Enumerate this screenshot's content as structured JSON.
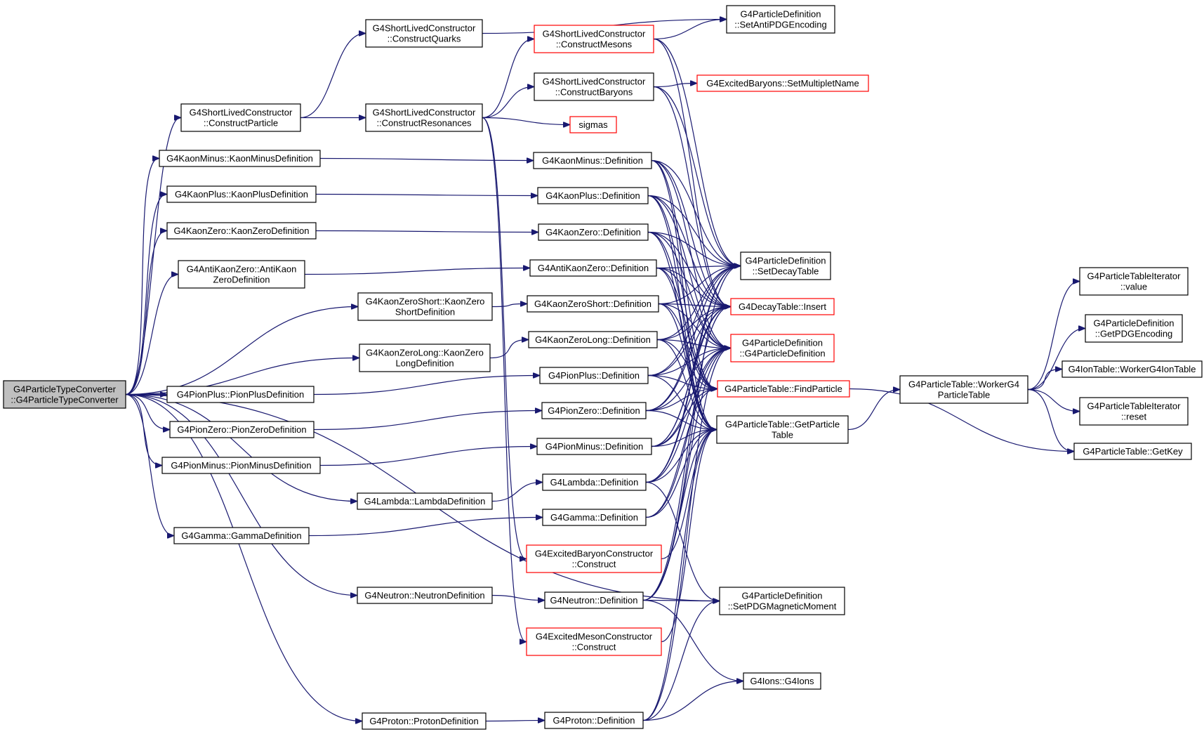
{
  "graph": {
    "nodes": [
      {
        "id": "root",
        "lines": [
          "G4ParticleTypeConverter",
          "::G4ParticleTypeConverter"
        ],
        "border": "black",
        "root": true
      },
      {
        "id": "slc_cp",
        "lines": [
          "G4ShortLivedConstructor",
          "::ConstructParticle"
        ],
        "border": "black"
      },
      {
        "id": "km_def",
        "lines": [
          "G4KaonMinus::KaonMinusDefinition"
        ],
        "border": "black"
      },
      {
        "id": "kp_def",
        "lines": [
          "G4KaonPlus::KaonPlusDefinition"
        ],
        "border": "black"
      },
      {
        "id": "k0_def",
        "lines": [
          "G4KaonZero::KaonZeroDefinition"
        ],
        "border": "black"
      },
      {
        "id": "ak0_def",
        "lines": [
          "G4AntiKaonZero::AntiKaon",
          "ZeroDefinition"
        ],
        "border": "black"
      },
      {
        "id": "pip_def",
        "lines": [
          "G4PionPlus::PionPlusDefinition"
        ],
        "border": "black"
      },
      {
        "id": "pi0_def",
        "lines": [
          "G4PionZero::PionZeroDefinition"
        ],
        "border": "black"
      },
      {
        "id": "pim_def",
        "lines": [
          "G4PionMinus::PionMinusDefinition"
        ],
        "border": "black"
      },
      {
        "id": "gam_def",
        "lines": [
          "G4Gamma::GammaDefinition"
        ],
        "border": "black"
      },
      {
        "id": "slc_cq",
        "lines": [
          "G4ShortLivedConstructor",
          "::ConstructQuarks"
        ],
        "border": "black"
      },
      {
        "id": "slc_cr",
        "lines": [
          "G4ShortLivedConstructor",
          "::ConstructResonances"
        ],
        "border": "black"
      },
      {
        "id": "ks_def",
        "lines": [
          "G4KaonZeroShort::KaonZero",
          "ShortDefinition"
        ],
        "border": "black"
      },
      {
        "id": "kl_def",
        "lines": [
          "G4KaonZeroLong::KaonZero",
          "LongDefinition"
        ],
        "border": "black"
      },
      {
        "id": "lam_def",
        "lines": [
          "G4Lambda::LambdaDefinition"
        ],
        "border": "black"
      },
      {
        "id": "neu_def",
        "lines": [
          "G4Neutron::NeutronDefinition"
        ],
        "border": "black"
      },
      {
        "id": "pro_def",
        "lines": [
          "G4Proton::ProtonDefinition"
        ],
        "border": "black"
      },
      {
        "id": "slc_cm",
        "lines": [
          "G4ShortLivedConstructor",
          "::ConstructMesons"
        ],
        "border": "red"
      },
      {
        "id": "slc_cb",
        "lines": [
          "G4ShortLivedConstructor",
          "::ConstructBaryons"
        ],
        "border": "black"
      },
      {
        "id": "sigmas",
        "lines": [
          "sigmas"
        ],
        "border": "red"
      },
      {
        "id": "km",
        "lines": [
          "G4KaonMinus::Definition"
        ],
        "border": "black"
      },
      {
        "id": "kp",
        "lines": [
          "G4KaonPlus::Definition"
        ],
        "border": "black"
      },
      {
        "id": "k0",
        "lines": [
          "G4KaonZero::Definition"
        ],
        "border": "black"
      },
      {
        "id": "ak0",
        "lines": [
          "G4AntiKaonZero::Definition"
        ],
        "border": "black"
      },
      {
        "id": "ks",
        "lines": [
          "G4KaonZeroShort::Definition"
        ],
        "border": "black"
      },
      {
        "id": "kl",
        "lines": [
          "G4KaonZeroLong::Definition"
        ],
        "border": "black"
      },
      {
        "id": "pip",
        "lines": [
          "G4PionPlus::Definition"
        ],
        "border": "black"
      },
      {
        "id": "pi0",
        "lines": [
          "G4PionZero::Definition"
        ],
        "border": "black"
      },
      {
        "id": "pim",
        "lines": [
          "G4PionMinus::Definition"
        ],
        "border": "black"
      },
      {
        "id": "lam",
        "lines": [
          "G4Lambda::Definition"
        ],
        "border": "black"
      },
      {
        "id": "gam",
        "lines": [
          "G4Gamma::Definition"
        ],
        "border": "black"
      },
      {
        "id": "ebc",
        "lines": [
          "G4ExcitedBaryonConstructor",
          "::Construct"
        ],
        "border": "red"
      },
      {
        "id": "neu",
        "lines": [
          "G4Neutron::Definition"
        ],
        "border": "black"
      },
      {
        "id": "emc",
        "lines": [
          "G4ExcitedMesonConstructor",
          "::Construct"
        ],
        "border": "red"
      },
      {
        "id": "pro",
        "lines": [
          "G4Proton::Definition"
        ],
        "border": "black"
      },
      {
        "id": "pd_sapdg",
        "lines": [
          "G4ParticleDefinition",
          "::SetAntiPDGEncoding"
        ],
        "border": "black"
      },
      {
        "id": "eb_smn",
        "lines": [
          "G4ExcitedBaryons::SetMultipletName"
        ],
        "border": "red"
      },
      {
        "id": "pd_sdt",
        "lines": [
          "G4ParticleDefinition",
          "::SetDecayTable"
        ],
        "border": "black"
      },
      {
        "id": "dt_ins",
        "lines": [
          "G4DecayTable::Insert"
        ],
        "border": "red"
      },
      {
        "id": "pd_ctor",
        "lines": [
          "G4ParticleDefinition",
          "::G4ParticleDefinition"
        ],
        "border": "red"
      },
      {
        "id": "pt_find",
        "lines": [
          "G4ParticleTable::FindParticle"
        ],
        "border": "red"
      },
      {
        "id": "pt_get",
        "lines": [
          "G4ParticleTable::GetParticle",
          "Table"
        ],
        "border": "black"
      },
      {
        "id": "pd_smm",
        "lines": [
          "G4ParticleDefinition",
          "::SetPDGMagneticMoment"
        ],
        "border": "black"
      },
      {
        "id": "ions",
        "lines": [
          "G4Ions::G4Ions"
        ],
        "border": "black"
      },
      {
        "id": "pt_worker",
        "lines": [
          "G4ParticleTable::WorkerG4",
          "ParticleTable"
        ],
        "border": "black"
      },
      {
        "id": "pti_value",
        "lines": [
          "G4ParticleTableIterator",
          "::value"
        ],
        "border": "black"
      },
      {
        "id": "pd_gpdg",
        "lines": [
          "G4ParticleDefinition",
          "::GetPDGEncoding"
        ],
        "border": "black"
      },
      {
        "id": "it_worker",
        "lines": [
          "G4IonTable::WorkerG4IonTable"
        ],
        "border": "black"
      },
      {
        "id": "pti_reset",
        "lines": [
          "G4ParticleTableIterator",
          "::reset"
        ],
        "border": "black"
      },
      {
        "id": "pt_getkey",
        "lines": [
          "G4ParticleTable::GetKey"
        ],
        "border": "black"
      }
    ],
    "edges": [
      [
        "root",
        "slc_cp"
      ],
      [
        "root",
        "km_def"
      ],
      [
        "root",
        "kp_def"
      ],
      [
        "root",
        "k0_def"
      ],
      [
        "root",
        "ak0_def"
      ],
      [
        "root",
        "ks_def"
      ],
      [
        "root",
        "kl_def"
      ],
      [
        "root",
        "pip_def"
      ],
      [
        "root",
        "pi0_def"
      ],
      [
        "root",
        "pim_def"
      ],
      [
        "root",
        "lam_def"
      ],
      [
        "root",
        "gam_def"
      ],
      [
        "root",
        "neu_def"
      ],
      [
        "root",
        "pro_def"
      ],
      [
        "root",
        "pd_smm"
      ],
      [
        "slc_cp",
        "slc_cq"
      ],
      [
        "slc_cp",
        "slc_cr"
      ],
      [
        "slc_cq",
        "pd_sapdg"
      ],
      [
        "slc_cr",
        "slc_cm"
      ],
      [
        "slc_cr",
        "slc_cb"
      ],
      [
        "slc_cr",
        "sigmas"
      ],
      [
        "slc_cr",
        "ebc"
      ],
      [
        "slc_cr",
        "emc"
      ],
      [
        "slc_cm",
        "pd_sapdg"
      ],
      [
        "slc_cm",
        "pd_sdt"
      ],
      [
        "slc_cm",
        "dt_ins"
      ],
      [
        "slc_cb",
        "eb_smn"
      ],
      [
        "slc_cb",
        "pd_sdt"
      ],
      [
        "slc_cb",
        "dt_ins"
      ],
      [
        "km_def",
        "km"
      ],
      [
        "kp_def",
        "kp"
      ],
      [
        "k0_def",
        "k0"
      ],
      [
        "ak0_def",
        "ak0"
      ],
      [
        "ks_def",
        "ks"
      ],
      [
        "kl_def",
        "kl"
      ],
      [
        "pip_def",
        "pip"
      ],
      [
        "pi0_def",
        "pi0"
      ],
      [
        "pim_def",
        "pim"
      ],
      [
        "lam_def",
        "lam"
      ],
      [
        "gam_def",
        "gam"
      ],
      [
        "neu_def",
        "neu"
      ],
      [
        "pro_def",
        "pro"
      ],
      [
        "km",
        "pd_sdt"
      ],
      [
        "km",
        "dt_ins"
      ],
      [
        "km",
        "pd_ctor"
      ],
      [
        "km",
        "pt_find"
      ],
      [
        "km",
        "pt_get"
      ],
      [
        "kp",
        "pd_sdt"
      ],
      [
        "kp",
        "dt_ins"
      ],
      [
        "kp",
        "pd_ctor"
      ],
      [
        "kp",
        "pt_find"
      ],
      [
        "kp",
        "pt_get"
      ],
      [
        "k0",
        "pd_sdt"
      ],
      [
        "k0",
        "dt_ins"
      ],
      [
        "k0",
        "pd_ctor"
      ],
      [
        "k0",
        "pt_find"
      ],
      [
        "k0",
        "pt_get"
      ],
      [
        "ak0",
        "pd_sdt"
      ],
      [
        "ak0",
        "dt_ins"
      ],
      [
        "ak0",
        "pd_ctor"
      ],
      [
        "ak0",
        "pt_find"
      ],
      [
        "ak0",
        "pt_get"
      ],
      [
        "ks",
        "pd_sdt"
      ],
      [
        "ks",
        "dt_ins"
      ],
      [
        "ks",
        "pd_ctor"
      ],
      [
        "ks",
        "pt_find"
      ],
      [
        "ks",
        "pt_get"
      ],
      [
        "kl",
        "pd_sdt"
      ],
      [
        "kl",
        "dt_ins"
      ],
      [
        "kl",
        "pd_ctor"
      ],
      [
        "kl",
        "pt_find"
      ],
      [
        "kl",
        "pt_get"
      ],
      [
        "pip",
        "pd_sdt"
      ],
      [
        "pip",
        "dt_ins"
      ],
      [
        "pip",
        "pd_ctor"
      ],
      [
        "pip",
        "pt_find"
      ],
      [
        "pip",
        "pt_get"
      ],
      [
        "pi0",
        "pd_sdt"
      ],
      [
        "pi0",
        "dt_ins"
      ],
      [
        "pi0",
        "pd_ctor"
      ],
      [
        "pi0",
        "pt_find"
      ],
      [
        "pi0",
        "pt_get"
      ],
      [
        "pim",
        "pd_sdt"
      ],
      [
        "pim",
        "dt_ins"
      ],
      [
        "pim",
        "pd_ctor"
      ],
      [
        "pim",
        "pt_find"
      ],
      [
        "pim",
        "pt_get"
      ],
      [
        "lam",
        "pd_sdt"
      ],
      [
        "lam",
        "dt_ins"
      ],
      [
        "lam",
        "pd_ctor"
      ],
      [
        "lam",
        "pt_get"
      ],
      [
        "lam",
        "pd_smm"
      ],
      [
        "gam",
        "pd_ctor"
      ],
      [
        "gam",
        "pt_find"
      ],
      [
        "gam",
        "pt_get"
      ],
      [
        "ebc",
        "pt_get"
      ],
      [
        "emc",
        "pt_get"
      ],
      [
        "neu",
        "pd_sdt"
      ],
      [
        "neu",
        "dt_ins"
      ],
      [
        "neu",
        "pd_ctor"
      ],
      [
        "neu",
        "pt_get"
      ],
      [
        "neu",
        "pd_smm"
      ],
      [
        "neu",
        "ions"
      ],
      [
        "pro",
        "pd_ctor"
      ],
      [
        "pro",
        "pt_get"
      ],
      [
        "pro",
        "pd_smm"
      ],
      [
        "pro",
        "ions"
      ],
      [
        "pt_find",
        "pt_getkey"
      ],
      [
        "pt_get",
        "pt_worker"
      ],
      [
        "pt_worker",
        "pti_value"
      ],
      [
        "pt_worker",
        "pd_gpdg"
      ],
      [
        "pt_worker",
        "it_worker"
      ],
      [
        "pt_worker",
        "pti_reset"
      ],
      [
        "pt_worker",
        "pt_getkey"
      ]
    ]
  },
  "colors": {
    "edge": "#191970",
    "node_border": "#000000",
    "external_border": "#ff0000",
    "root_fill": "#bfbfbf"
  }
}
